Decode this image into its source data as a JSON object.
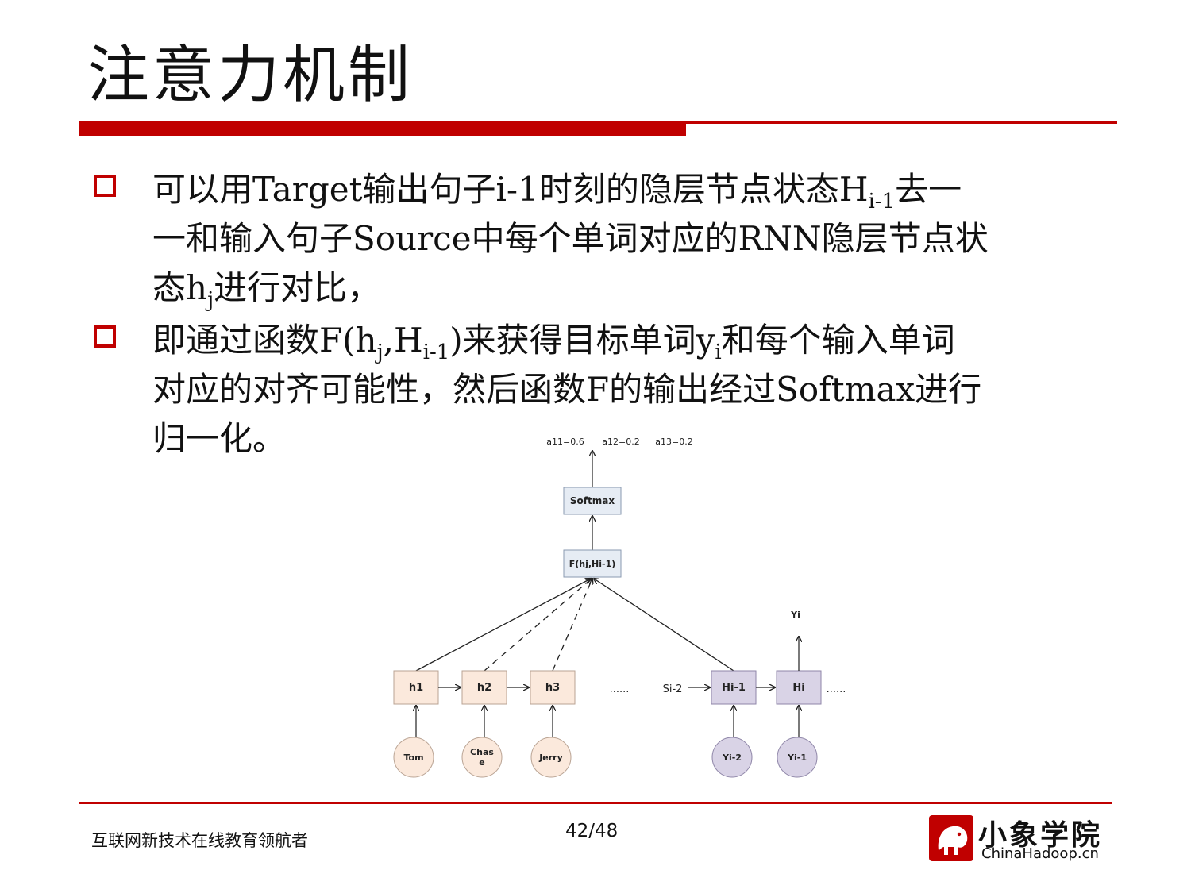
{
  "slide": {
    "title": "注意力机制",
    "bullets": [
      {
        "lines": [
          [
            "可以用Target输出句子i-1时刻的隐层节点状态H",
            {
              "sub": "i-1"
            },
            "去一"
          ],
          [
            "一和输入句子Source中每个单词对应的RNN隐层节点状"
          ],
          [
            "态h",
            {
              "sub": "j"
            },
            "进行对比，"
          ]
        ]
      },
      {
        "lines": [
          [
            "即通过函数F(h",
            {
              "sub": "j"
            },
            ",H",
            {
              "sub": "i-1"
            },
            ")来获得目标单词y",
            {
              "sub": "i"
            },
            "和每个输入单词"
          ],
          [
            "对应的对齐可能性，然后函数F的输出经过Softmax进行"
          ],
          [
            "归一化。"
          ]
        ]
      }
    ]
  },
  "diagram": {
    "outputs": [
      "a11=0.6",
      "a12=0.2",
      "a13=0.2"
    ],
    "softmax": "Softmax",
    "f_label": "F(hj,Hi-1)",
    "encoder": [
      "h1",
      "h2",
      "h3"
    ],
    "ellipsis": "......",
    "s_label": "Si-2",
    "decoder": [
      "Hi-1",
      "Hi"
    ],
    "trailing_ellipsis": "......",
    "y_label": "Yi",
    "inputs": [
      "Tom",
      "Chase",
      "Jerry"
    ],
    "decoder_inputs": [
      "Yi-2",
      "Yi-1"
    ]
  },
  "footer": {
    "tagline": "互联网新技术在线教育领航者",
    "page": "42/48",
    "logo_cn": "小象学院",
    "logo_en": "ChinaHadoop.cn"
  },
  "colors": {
    "accent": "#c00000",
    "encoder_fill": "#fbe9dc",
    "decoder_fill": "#d9d3e6",
    "top_box_fill": "#e6ecf4"
  }
}
